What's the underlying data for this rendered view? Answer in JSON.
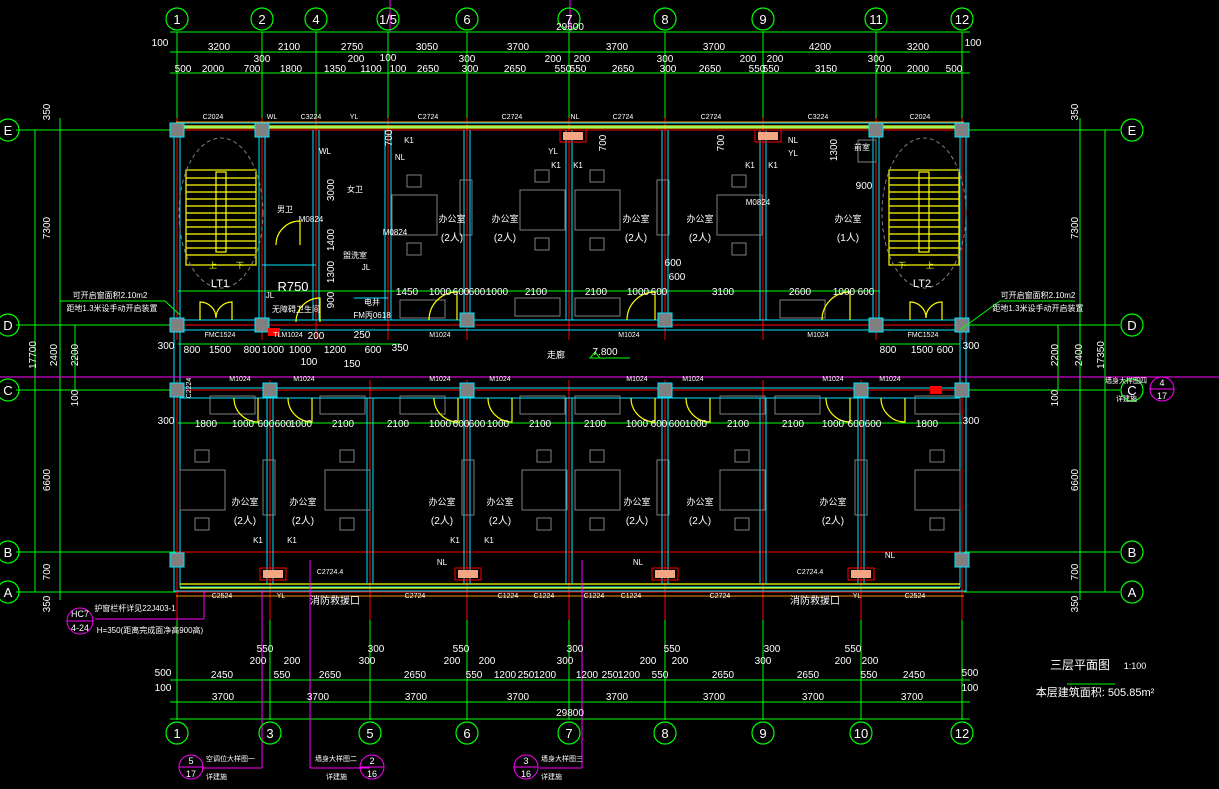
{
  "drawing": {
    "title": "三层平面图",
    "scale": "1:100",
    "area_label": "本层建筑面积: 505.85m²",
    "corridor_label": "走廊",
    "corridor_elevation": "7.800"
  },
  "axes": {
    "top": [
      "1",
      "2",
      "4",
      "1/5",
      "6",
      "7",
      "8",
      "9",
      "11",
      "12"
    ],
    "bottom": [
      "1",
      "3",
      "5",
      "6",
      "7",
      "8",
      "9",
      "10",
      "12"
    ],
    "left": [
      "E",
      "D",
      "C",
      "B",
      "A"
    ],
    "right": [
      "E",
      "D",
      "C",
      "B",
      "A"
    ]
  },
  "dims": {
    "top_total": "29600",
    "bottom_total": "29800",
    "top_row1": [
      "100",
      "3200",
      "2100",
      "2750",
      "3050",
      "3700",
      "3700",
      "3700",
      "4200",
      "3200",
      "100"
    ],
    "top_row2": [
      "500",
      "2000",
      "700",
      "300",
      "1800",
      "1350",
      "200",
      "1100",
      "100",
      "100",
      "2650",
      "300",
      "300",
      "2650",
      "200",
      "550",
      "550",
      "200",
      "2650",
      "300",
      "300",
      "2650",
      "200",
      "550",
      "550",
      "200",
      "3150",
      "300",
      "700",
      "2000",
      "500"
    ],
    "bottom_row1": [
      "500",
      "2450",
      "200",
      "550",
      "550",
      "200",
      "2650",
      "300",
      "300",
      "2650",
      "200",
      "550",
      "550",
      "200",
      "1200",
      "250",
      "1200",
      "300",
      "300",
      "1200",
      "250",
      "1200",
      "200",
      "550",
      "550",
      "200",
      "2650",
      "300",
      "300",
      "2650",
      "200",
      "550",
      "550",
      "200",
      "2450",
      "500"
    ],
    "bottom_row2": [
      "100",
      "3700",
      "3700",
      "3700",
      "3700",
      "3700",
      "3700",
      "3700",
      "3700",
      "100"
    ],
    "left": [
      "350",
      "7300",
      "17700",
      "2400",
      "2200",
      "100",
      "300",
      "300",
      "6600",
      "700",
      "350"
    ],
    "right": [
      "350",
      "7300",
      "17350",
      "2400",
      "2200",
      "100",
      "300",
      "300",
      "6600",
      "700",
      "350"
    ],
    "upper_corridor": [
      "1450",
      "1000",
      "600",
      "600",
      "1000",
      "2100",
      "2100",
      "1000",
      "600",
      "600",
      "3100",
      "2600",
      "1000",
      "600"
    ],
    "lower_corridor": [
      "1800",
      "1000",
      "600",
      "600",
      "1000",
      "2100",
      "2100",
      "1000",
      "600",
      "600",
      "1000",
      "2100",
      "2100",
      "1000",
      "600",
      "600",
      "1000",
      "2100",
      "2100",
      "1000",
      "600",
      "600",
      "1800"
    ],
    "stair_row": [
      "800",
      "1500",
      "800",
      "1000",
      "1000",
      "1200",
      "600",
      "200",
      "150",
      "250",
      "100",
      "350",
      "800",
      "1500",
      "600"
    ],
    "interior": [
      "700",
      "3000",
      "1400",
      "1300",
      "900",
      "700",
      "700",
      "1300",
      "900",
      "600"
    ]
  },
  "openings": {
    "top": [
      "C2024",
      "WL",
      "C3224",
      "YL",
      "C2724",
      "C2724",
      "NL",
      "C2724",
      "C2724",
      "C3224",
      "C2024"
    ],
    "bottom": [
      "C2524",
      "YL",
      "C2724.4",
      "C2724",
      "C1224",
      "C1224",
      "C1224",
      "C1224",
      "C2724",
      "C2724.4",
      "YL",
      "C2524"
    ],
    "corridor_upper": [
      "FMC1524",
      "TLM1024",
      "M1024",
      "M1024",
      "M1024",
      "FMC1524"
    ],
    "corridor_lower": [
      "M1024",
      "M1024",
      "M1024",
      "M1024",
      "M1024",
      "M1024",
      "M1024",
      "M1024",
      "C2224"
    ],
    "fire_rescue": [
      "消防救援口",
      "消防救援口"
    ],
    "equipment": [
      "K1",
      "K1",
      "K1",
      "K1",
      "K1",
      "K1",
      "K1",
      "K1",
      "K1",
      "NL",
      "NL",
      "NL",
      "NL",
      "NL",
      "YL",
      "YL",
      "JL",
      "JL",
      "WL"
    ]
  },
  "rooms": {
    "upper": [
      {
        "name": "办公室",
        "cap": "(2人)"
      },
      {
        "name": "办公室",
        "cap": "(2人)"
      },
      {
        "name": "办公室",
        "cap": "(2人)"
      },
      {
        "name": "办公室",
        "cap": "(2人)"
      },
      {
        "name": "办公室",
        "cap": "(1人)"
      }
    ],
    "lower": [
      {
        "name": "办公室",
        "cap": "(2人)"
      },
      {
        "name": "办公室",
        "cap": "(2人)"
      },
      {
        "name": "办公室",
        "cap": "(2人)"
      },
      {
        "name": "办公室",
        "cap": "(2人)"
      },
      {
        "name": "办公室",
        "cap": "(2人)"
      },
      {
        "name": "办公室",
        "cap": "(2人)"
      },
      {
        "name": "办公室",
        "cap": "(2人)"
      }
    ],
    "service": [
      "男卫",
      "女卫",
      "盥洗室",
      "无障碍卫生间",
      "R750",
      "电井",
      "FM丙0618",
      "M0824",
      "M0824",
      "M0824",
      "前室"
    ],
    "stairs": [
      "LT1",
      "LT2"
    ],
    "stair_marks": [
      "上",
      "下",
      "下",
      "上"
    ]
  },
  "notes": {
    "smoke_left": [
      "可开启窗面积2.10m2",
      "距地1.3米设手动开启装置"
    ],
    "smoke_right": [
      "可开启窗面积2.10m2",
      "距地1.3米设手动开启装置"
    ],
    "railing": [
      "护窗栏杆详见22J403-1",
      "H=350(距离完成面净高900高)"
    ],
    "railing_ref": {
      "top": "HC7",
      "bottom": "4-24"
    }
  },
  "callouts": [
    {
      "title": "空调位大样图一",
      "sub": "详建施",
      "top": "5",
      "bottom": "17"
    },
    {
      "title": "墙身大样图二",
      "sub": "详建施",
      "top": "2",
      "bottom": "16"
    },
    {
      "title": "墙身大样图三",
      "sub": "详建施",
      "top": "3",
      "bottom": "16"
    },
    {
      "title": "墙身大样图四",
      "sub": "详建施",
      "top": "4",
      "bottom": "17"
    }
  ],
  "colors": {
    "axis": "#ff0000",
    "dim": "#00ff00",
    "wall": "#00e5ff",
    "door": "#ffff00",
    "detail": "#ff00ff",
    "furniture": "#808080"
  }
}
